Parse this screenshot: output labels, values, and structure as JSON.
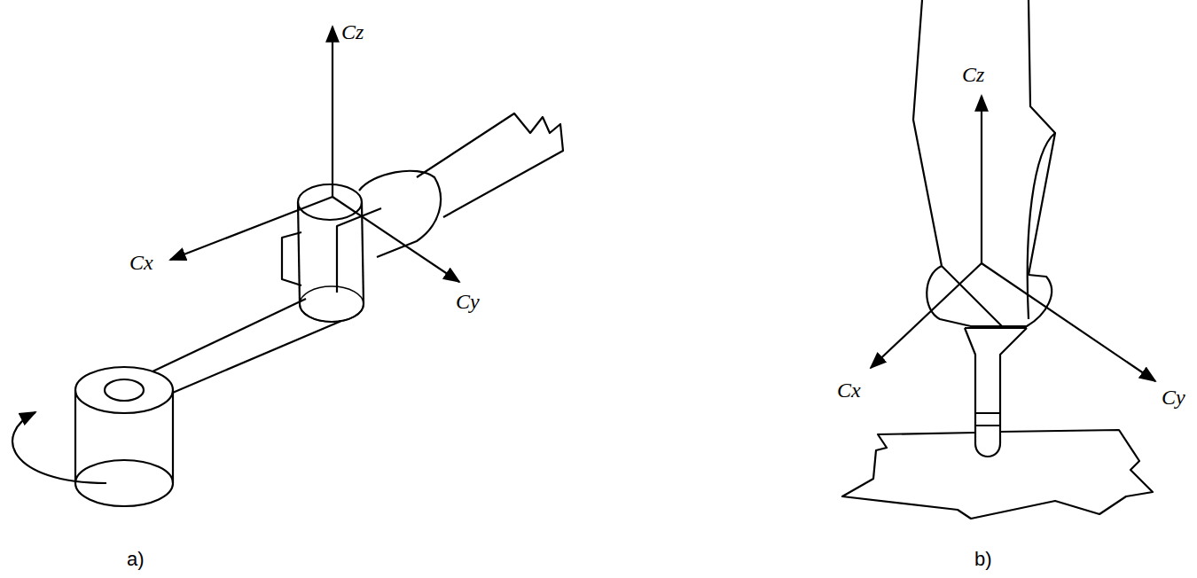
{
  "diagram": {
    "labels": [
      "Cz",
      "Cx",
      "Cy",
      "Cz",
      "Cx",
      "Cy",
      "a)",
      "b)"
    ]
  }
}
